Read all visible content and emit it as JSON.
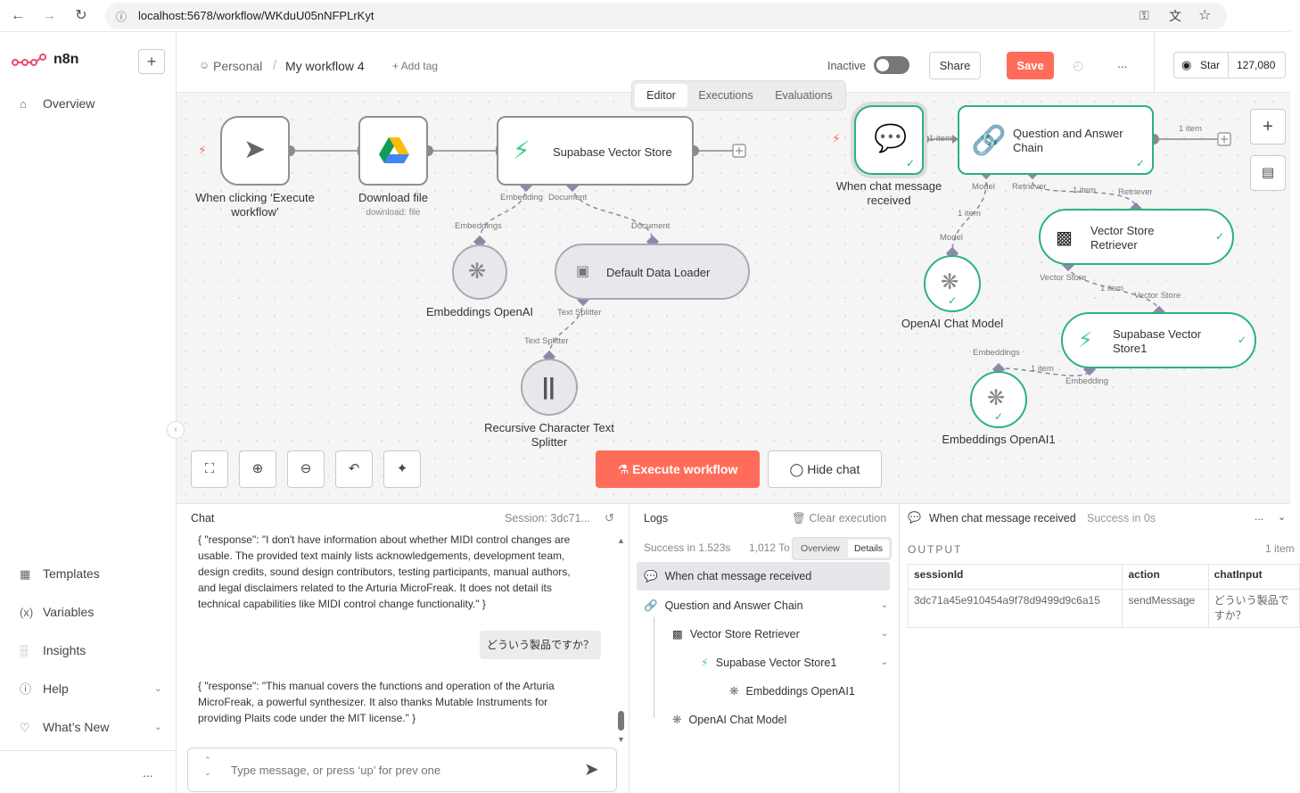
{
  "browser": {
    "url": "localhost:5678/workflow/WKduU05nNFPLrKyt"
  },
  "sidebar": {
    "brand": "n8n",
    "overview": "Overview",
    "templates": "Templates",
    "variables": "Variables",
    "insights": "Insights",
    "help": "Help",
    "whats_new": "What’s New",
    "more": "..."
  },
  "header": {
    "project": "Personal",
    "separator": "/",
    "workflow_name": "My workflow 4",
    "add_tag": "+ Add tag",
    "status_label": "Inactive",
    "share": "Share",
    "save": "Save",
    "more": "...",
    "github_star": "Star",
    "github_count": "127,080",
    "tabs": [
      "Editor",
      "Executions",
      "Evaluations"
    ],
    "active_tab": "Editor"
  },
  "canvas": {
    "nodes": {
      "trigger_label": "When clicking ‘Execute workflow’",
      "download_label": "Download file",
      "download_sub": "download: file",
      "supabase_label": "Supabase Vector Store",
      "embed_label": "Embeddings OpenAI",
      "loader_label": "Default Data Loader",
      "splitter_label": "Recursive Character Text Splitter",
      "chat_trigger_label": "When chat message received",
      "qa_label": "Question and Answer Chain",
      "retriever_label": "Vector Store Retriever",
      "openai_chat_label": "OpenAI Chat Model",
      "supabase1_label": "Supabase Vector Store1",
      "embed1_label": "Embeddings OpenAI1"
    },
    "ports": {
      "embedding": "Embedding",
      "document": "Document",
      "embeddings": "Embeddings",
      "document2": "Document",
      "text_splitter": "Text Splitter",
      "text_splitter2": "Text Splitter",
      "model": "Model",
      "retriever": "Retriever",
      "retriever2": "Retriever",
      "model2": "Model",
      "vector_store": "Vector Store",
      "vector_store2": "Vector Store",
      "embeddings2": "Embeddings",
      "embedding2": "Embedding"
    },
    "items": {
      "a": "1 item",
      "b": "1 item",
      "c": "1 item",
      "d": "1 item",
      "e": "1 item",
      "f": "1 item"
    },
    "execute_button": "Execute workflow",
    "hide_chat": "Hide chat"
  },
  "chat": {
    "title": "Chat",
    "session": "Session: 3dc71...",
    "messages": [
      {
        "role": "bot",
        "text": "{ \"response\": \"I don't have information about whether MIDI control changes are usable. The provided text mainly lists acknowledgements, development team, design credits, sound design contributors, testing participants, manual authors, and legal disclaimers related to the Arturia MicroFreak. It does not detail its technical capabilities like MIDI control change functionality.\" }"
      },
      {
        "role": "user",
        "text": "どういう製品ですか？"
      },
      {
        "role": "bot",
        "text": "{ \"response\": \"This manual covers the functions and operation of the Arturia MicroFreak, a powerful synthesizer. It also thanks Mutable Instruments for providing Plaits code under the MIT license.\" }"
      }
    ],
    "input_placeholder": "Type message, or press ‘up’ for prev one"
  },
  "logs": {
    "title": "Logs",
    "clear": "Clear execution",
    "summary": "Success in 1.523s",
    "tokens": "1,012 To",
    "overview_tab": "Overview",
    "details_tab": "Details",
    "rows": [
      "When chat message received",
      "Question and Answer Chain",
      "Vector Store Retriever",
      "Supabase Vector Store1",
      "Embeddings OpenAI1",
      "OpenAI Chat Model"
    ]
  },
  "output": {
    "node_name": "When chat message received",
    "status": "Success in 0s",
    "more": "...",
    "label": "OUTPUT",
    "count": "1 item",
    "columns": [
      "sessionId",
      "action",
      "chatInput"
    ],
    "row": [
      "3dc71a45e910454a9f78d9499d9c6a15",
      "sendMessage",
      "どういう製品ですか？"
    ]
  },
  "colors": {
    "accent": "#ff6d5a",
    "success": "#2ab37a",
    "port": "#8a8aa8"
  }
}
